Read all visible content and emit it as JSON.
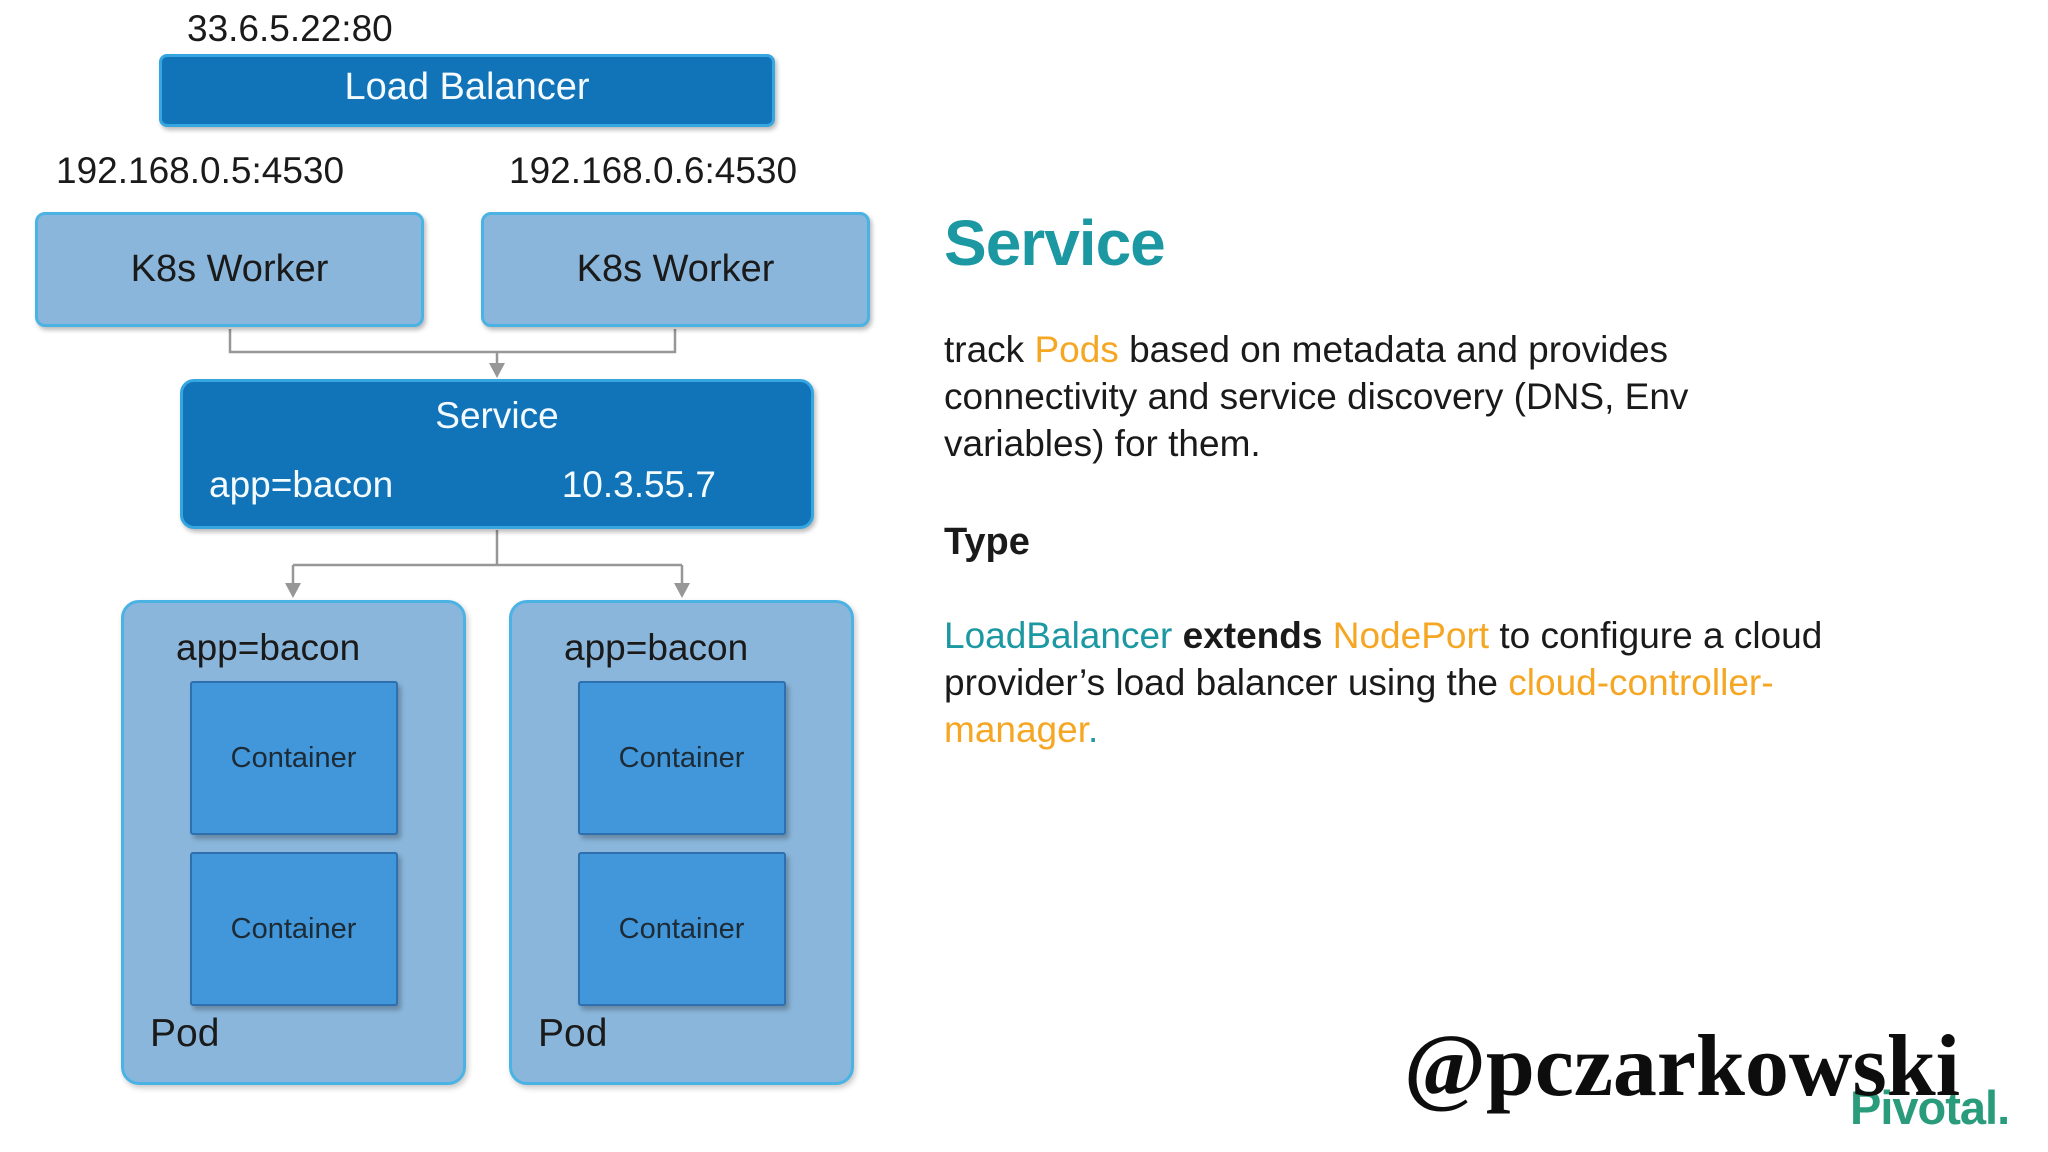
{
  "diagram": {
    "load_balancer": {
      "label": "Load Balancer",
      "external_endpoint": "33.6.5.22:80"
    },
    "workers": [
      {
        "label": "K8s Worker",
        "endpoint": "192.168.0.5:4530"
      },
      {
        "label": "K8s Worker",
        "endpoint": "192.168.0.6:4530"
      }
    ],
    "service": {
      "label": "Service",
      "selector": "app=bacon",
      "cluster_ip": "10.3.55.7"
    },
    "pods": [
      {
        "selector": "app=bacon",
        "label": "Pod",
        "containers": [
          "Container",
          "Container"
        ]
      },
      {
        "selector": "app=bacon",
        "label": "Pod",
        "containers": [
          "Container",
          "Container"
        ]
      }
    ]
  },
  "content": {
    "title": "Service",
    "intro_segments": [
      {
        "text": "track ",
        "class": ""
      },
      {
        "text": "Pods",
        "class": "orange"
      },
      {
        "text": " based on metadata and provides connectivity and service discovery (DNS, Env variables) for them.",
        "class": ""
      }
    ],
    "type_heading": "Type",
    "type_segments": [
      {
        "text": "LoadBalancer",
        "class": "teal"
      },
      {
        "text": " ",
        "class": ""
      },
      {
        "text": "extends",
        "class": "bold"
      },
      {
        "text": " ",
        "class": ""
      },
      {
        "text": "NodePort",
        "class": "orange"
      },
      {
        "text": " to configure a cloud provider’s load balancer using the ",
        "class": ""
      },
      {
        "text": "cloud-controller-manager",
        "class": "orange"
      },
      {
        "text": ".",
        "class": "teal"
      }
    ]
  },
  "footer": {
    "handle": "@pczarkowski",
    "logo": "Pivotal."
  },
  "colors": {
    "box-dark": "#1173B8",
    "box-dark-border": "#35A6DF",
    "box-light": "#8AB6DB",
    "box-light-border": "#4BB3E3",
    "container-fill": "#4297DB",
    "container-border": "#2D6FAF",
    "connector": "#979797",
    "teal": "#1B98A2",
    "orange": "#F5A623",
    "pivotal-green": "#2A9C7C",
    "text": "#1A1A1A"
  }
}
